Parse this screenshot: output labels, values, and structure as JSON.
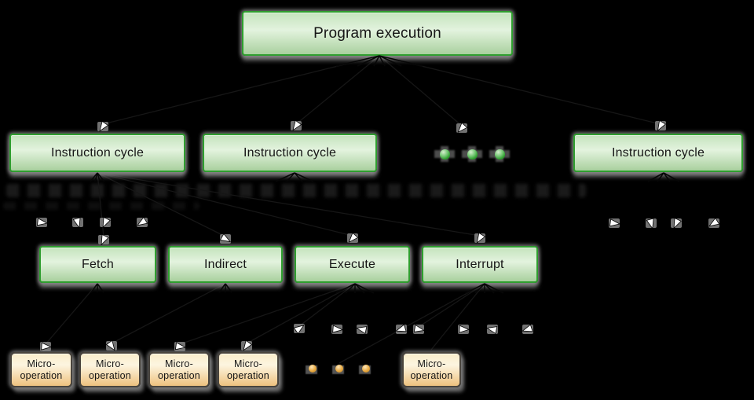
{
  "diagram": {
    "nodes": {
      "program_execution": "Program execution",
      "instruction_cycle_1": "Instruction cycle",
      "instruction_cycle_2": "Instruction cycle",
      "instruction_cycle_3": "Instruction cycle",
      "fetch": "Fetch",
      "indirect": "Indirect",
      "execute": "Execute",
      "interrupt": "Interrupt",
      "micro_operation_line1": "Micro-",
      "micro_operation_line2": "operation"
    },
    "ellipsis": {
      "instruction_cycle_dots": 3,
      "micro_operation_dots": 3
    }
  },
  "colors": {
    "green_border": "#2f9e2f",
    "green_fill_top": "#c4e3bd",
    "green_fill_mid": "#e3f3de",
    "green_fill_bottom": "#a9d09e",
    "tan_border": "#4a453e",
    "tan_fill_top": "#f9ecc9",
    "tan_fill_mid": "#fdf5e0",
    "tan_fill_bottom": "#eec27f",
    "green_dot": "#2f9e2f",
    "orange_dot": "#e9a93f",
    "shadow_gray": "#8f8f8f",
    "text": "#161616",
    "background": "#000000"
  }
}
